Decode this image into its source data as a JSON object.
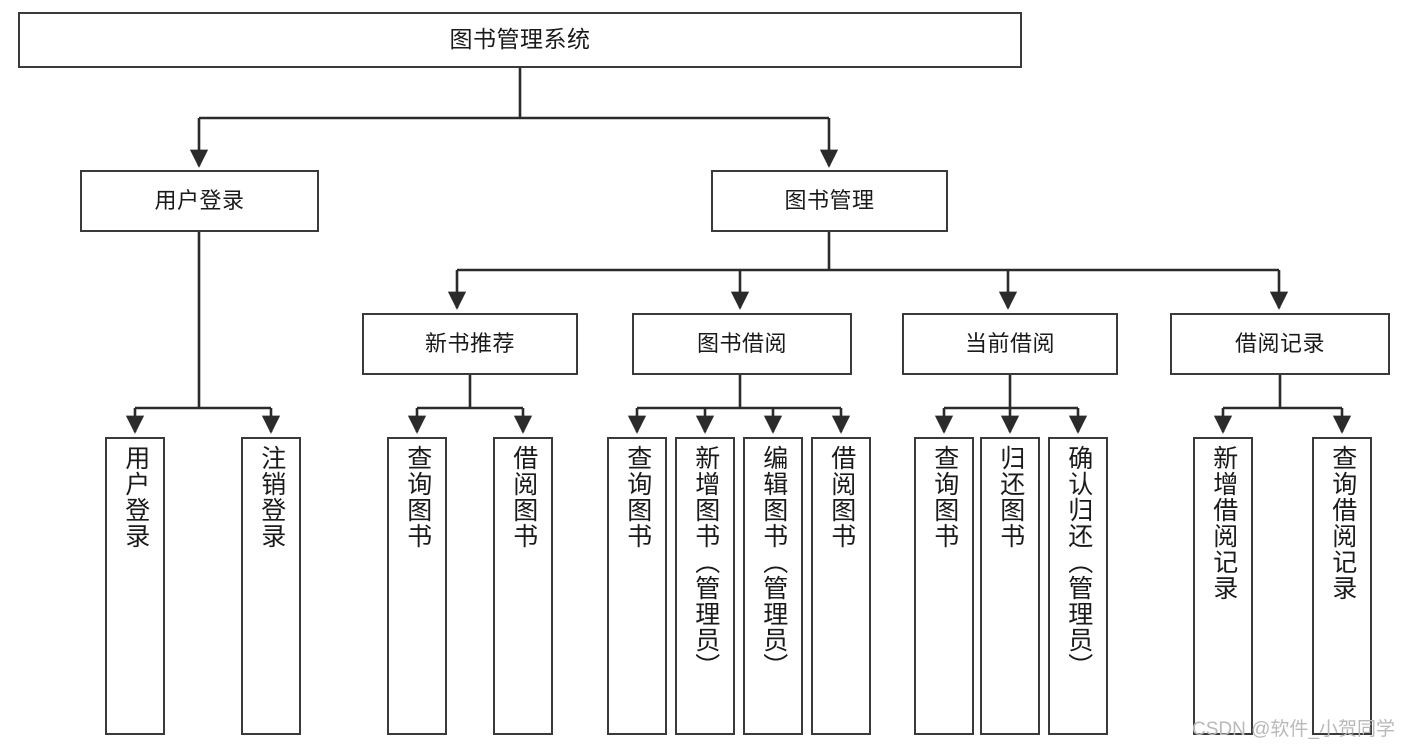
{
  "diagram": {
    "type": "tree",
    "title": "图书管理系统",
    "watermark": "CSDN @软件_小贺同学",
    "colors": {
      "box_border": "#3a3a3a",
      "box_fill": "#ffffff",
      "edge": "#2b2b2b",
      "text": "#1a1a1a",
      "watermark": "#b9b9b9"
    },
    "root": {
      "label": "图书管理系统"
    },
    "level1": [
      {
        "label": "用户登录"
      },
      {
        "label": "图书管理"
      }
    ],
    "level2": [
      {
        "label": "新书推荐"
      },
      {
        "label": "图书借阅"
      },
      {
        "label": "当前借阅"
      },
      {
        "label": "借阅记录"
      }
    ],
    "leaves": {
      "user_login": [
        {
          "label": "用户登录"
        },
        {
          "label": "注销登录"
        }
      ],
      "new_book_recommend": [
        {
          "label": "查询图书"
        },
        {
          "label": "借阅图书"
        }
      ],
      "book_borrow": [
        {
          "label": "查询图书"
        },
        {
          "label": "新增图书（管理员）"
        },
        {
          "label": "编辑图书（管理员）"
        },
        {
          "label": "借阅图书"
        }
      ],
      "current_borrow": [
        {
          "label": "查询图书"
        },
        {
          "label": "归还图书"
        },
        {
          "label": "确认归还（管理员）"
        }
      ],
      "borrow_record": [
        {
          "label": "新增借阅记录"
        },
        {
          "label": "查询借阅记录"
        }
      ]
    }
  }
}
